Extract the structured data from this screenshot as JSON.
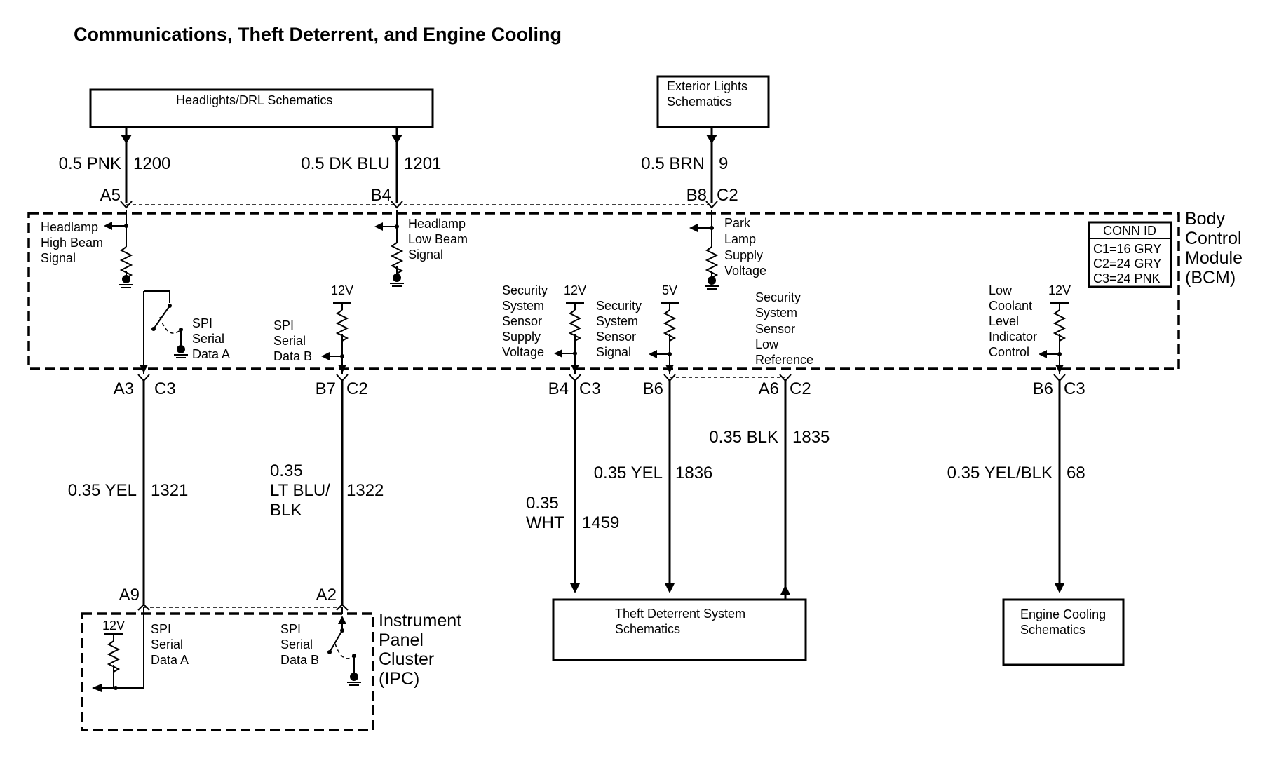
{
  "title": "Communications, Theft Deterrent, and Engine Cooling",
  "boxes": {
    "headlights": "Headlights/DRL Schematics",
    "exterior": [
      "Exterior Lights",
      "Schematics"
    ],
    "theft": [
      "Theft Deterrent System",
      "Schematics"
    ],
    "cooling": [
      "Engine Cooling",
      "Schematics"
    ]
  },
  "bcm": {
    "name": [
      "Body",
      "Control",
      "Module",
      "(BCM)"
    ],
    "conn_id": {
      "title": "CONN ID",
      "rows": [
        "C1=16 GRY",
        "C2=24 GRY",
        "C3=24 PNK"
      ]
    },
    "circuits": {
      "hb": [
        "Headlamp",
        "High Beam",
        "Signal"
      ],
      "lb": [
        "Headlamp",
        "Low Beam",
        "Signal"
      ],
      "park": [
        "Park",
        "Lamp",
        "Supply",
        "Voltage"
      ],
      "spi_a": [
        "SPI",
        "Serial",
        "Data A"
      ],
      "spi_b": [
        "SPI",
        "Serial",
        "Data B"
      ],
      "sec_supply": [
        "Security",
        "System",
        "Sensor",
        "Supply",
        "Voltage"
      ],
      "sec_signal": [
        "Security",
        "System",
        "Sensor",
        "Signal"
      ],
      "sec_low": [
        "Security",
        "System",
        "Sensor",
        "Low",
        "Reference"
      ],
      "coolant": [
        "Low",
        "Coolant",
        "Level",
        "Indicator",
        "Control"
      ]
    },
    "v12a": "12V",
    "v12b": "12V",
    "v5": "5V",
    "v12c": "12V"
  },
  "ipc": {
    "name": [
      "Instrument",
      "Panel",
      "Cluster",
      "(IPC)"
    ],
    "v12": "12V",
    "spi_a": [
      "SPI",
      "Serial",
      "Data A"
    ],
    "spi_b": [
      "SPI",
      "Serial",
      "Data B"
    ]
  },
  "top_wires": [
    {
      "gauge": "0.5 PNK",
      "circuit": "1200",
      "pin": "A5",
      "conn": ""
    },
    {
      "gauge": "0.5 DK BLU",
      "circuit": "1201",
      "pin": "B4",
      "conn": ""
    },
    {
      "gauge": "0.5 BRN",
      "circuit": "9",
      "pin": "B8",
      "conn": "C2"
    }
  ],
  "bottom_pins": [
    {
      "pin": "A3",
      "conn": "C3"
    },
    {
      "pin": "B7",
      "conn": "C2"
    },
    {
      "pin": "B4",
      "conn": "C3"
    },
    {
      "pin": "B6",
      "conn": ""
    },
    {
      "pin": "A6",
      "conn": "C2"
    },
    {
      "pin": "B6",
      "conn": "C3"
    }
  ],
  "bottom_wires": [
    {
      "gauge": [
        "0.35 YEL"
      ],
      "circuit": "1321"
    },
    {
      "gauge": [
        "0.35",
        "LT BLU/",
        "BLK"
      ],
      "circuit": "1322"
    },
    {
      "gauge": [
        "0.35",
        "WHT"
      ],
      "circuit": "1459"
    },
    {
      "gauge": [
        "0.35 YEL"
      ],
      "circuit": "1836"
    },
    {
      "gauge": [
        "0.35 BLK"
      ],
      "circuit": "1835"
    },
    {
      "gauge": [
        "0.35 YEL/BLK"
      ],
      "circuit": "68"
    }
  ],
  "ipc_pins": [
    "A9",
    "A2"
  ]
}
